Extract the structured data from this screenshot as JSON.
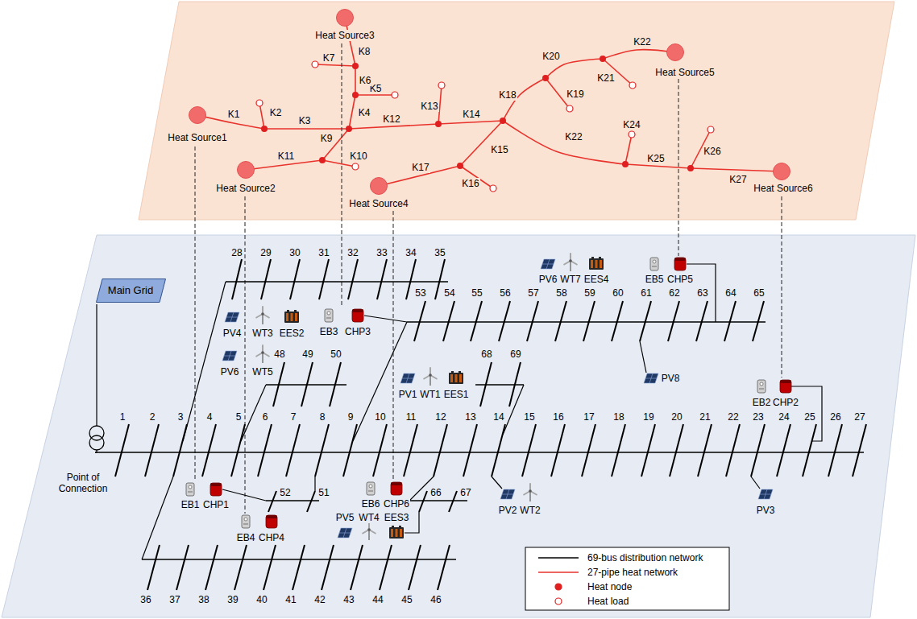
{
  "diagram": {
    "nodes": [
      {
        "text": [
          "Heat Source3"
        ]
      },
      {
        "text": [
          "Heat Source5"
        ]
      },
      {
        "text": [
          "Heat Source1"
        ]
      },
      {
        "text": [
          "Heat Source2"
        ]
      },
      {
        "text": [
          "Heat Source6"
        ]
      },
      {
        "text": [
          "Heat Source4"
        ]
      },
      {
        "text": [
          "Main Grid"
        ]
      }
    ],
    "labels": [
      "K1",
      "K2",
      "K3",
      "K4",
      "K5",
      "K6",
      "K7",
      "K8",
      "K9",
      "K10",
      "K11",
      "K12",
      "K13",
      "K14",
      "K15",
      "K16",
      "K17",
      "K18",
      "K19",
      "K20",
      "K21",
      "K22",
      "K22",
      "K24",
      "K25",
      "K26",
      "K27",
      "1",
      "2",
      "3",
      "4",
      "5",
      "6",
      "7",
      "8",
      "9",
      "10",
      "11",
      "12",
      "13",
      "14",
      "15",
      "16",
      "17",
      "18",
      "19",
      "20",
      "21",
      "22",
      "23",
      "24",
      "25",
      "26",
      "27",
      "28",
      "29",
      "30",
      "31",
      "32",
      "33",
      "34",
      "35",
      "36",
      "37",
      "38",
      "39",
      "40",
      "41",
      "42",
      "43",
      "44",
      "45",
      "46",
      "48",
      "49",
      "50",
      "51",
      "52",
      "53",
      "54",
      "55",
      "56",
      "57",
      "58",
      "59",
      "60",
      "61",
      "62",
      "63",
      "64",
      "65",
      "66",
      "67",
      "68",
      "69",
      "PV6",
      "WT7",
      "EES4",
      "EB5",
      "CHP5",
      "EB3",
      "CHP3",
      "PV4",
      "WT3",
      "EES2",
      "PV6",
      "WT5",
      "PV8",
      "PV1",
      "WT1",
      "EES1",
      "EB2",
      "CHP2",
      "EB6",
      "CHP6",
      "EB1",
      "CHP1",
      "PV2",
      "WT2",
      "PV3",
      "PV5",
      "WT4",
      "EES3",
      "EB4",
      "CHP4",
      "Point of Connection"
    ],
    "legend": [
      {
        "text": "69-bus distribution network"
      },
      {
        "text": "27-pipe heat network"
      },
      {
        "text": "Heat node"
      },
      {
        "text": "Heat load"
      }
    ]
  }
}
